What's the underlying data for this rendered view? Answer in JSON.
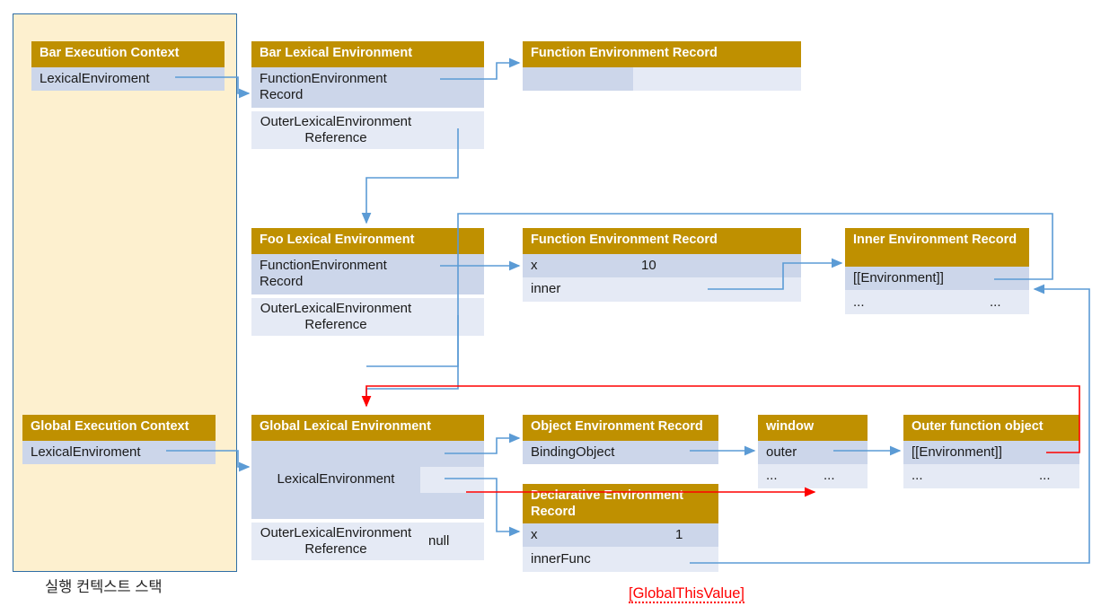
{
  "page": {
    "stack_caption": "실행 컨텍스트 스택",
    "global_this_value": "[GlobalThisValue]"
  },
  "colors": {
    "header_gold": "#bf9000",
    "cell_dark": "#ccd6ea",
    "cell_light": "#e5eaf5",
    "panel_fill": "#fdf0cf",
    "panel_border": "#2f6ea5",
    "wire_blue": "#5b9bd5",
    "wire_red": "#ff0000"
  },
  "boxes": {
    "bar_execution_context": {
      "title": "Bar Execution Context",
      "rows": [
        {
          "label": "LexicalEnviroment",
          "value": ""
        }
      ]
    },
    "bar_lexical_environment": {
      "title": "Bar Lexical Environment",
      "rows": [
        {
          "label": "FunctionEnvironment Record",
          "value": ""
        },
        {
          "label": "OuterLexicalEnvironment Reference",
          "value": ""
        }
      ]
    },
    "bar_function_environment_record": {
      "title": "Function Environment Record",
      "rows": [
        {
          "label": "",
          "value": ""
        }
      ]
    },
    "foo_lexical_environment": {
      "title": "Foo Lexical Environment",
      "rows": [
        {
          "label": "FunctionEnvironment Record",
          "value": ""
        },
        {
          "label": "OuterLexicalEnvironment Reference",
          "value": ""
        }
      ]
    },
    "foo_function_environment_record": {
      "title": "Function Environment Record",
      "rows": [
        {
          "label": "x",
          "value": "10"
        },
        {
          "label": "inner",
          "value": ""
        }
      ]
    },
    "inner_environment_record": {
      "title": "Inner Environment Record",
      "rows": [
        {
          "label": "[[Environment]]",
          "value": ""
        },
        {
          "label": "...",
          "value": "..."
        }
      ]
    },
    "global_execution_context": {
      "title": "Global Execution Context",
      "rows": [
        {
          "label": "LexicalEnviroment",
          "value": ""
        }
      ]
    },
    "global_lexical_environment": {
      "title": "Global Lexical Environment",
      "rows": [
        {
          "label": "LexicalEnvironment",
          "value": ""
        },
        {
          "label": "OuterLexicalEnvironment Reference",
          "value": "null"
        }
      ]
    },
    "object_environment_record": {
      "title": "Object Environment Record",
      "rows": [
        {
          "label": "BindingObject",
          "value": ""
        }
      ]
    },
    "declarative_environment_record": {
      "title": "Declarative Environment Record",
      "rows": [
        {
          "label": "x",
          "value": "1"
        },
        {
          "label": "innerFunc",
          "value": ""
        }
      ]
    },
    "window": {
      "title": "window",
      "rows": [
        {
          "label": "outer",
          "value": ""
        },
        {
          "label": "...",
          "value": "..."
        }
      ]
    },
    "outer_function_object": {
      "title": "Outer function object",
      "rows": [
        {
          "label": "[[Environment]]",
          "value": ""
        },
        {
          "label": "...",
          "value": "..."
        }
      ]
    }
  }
}
